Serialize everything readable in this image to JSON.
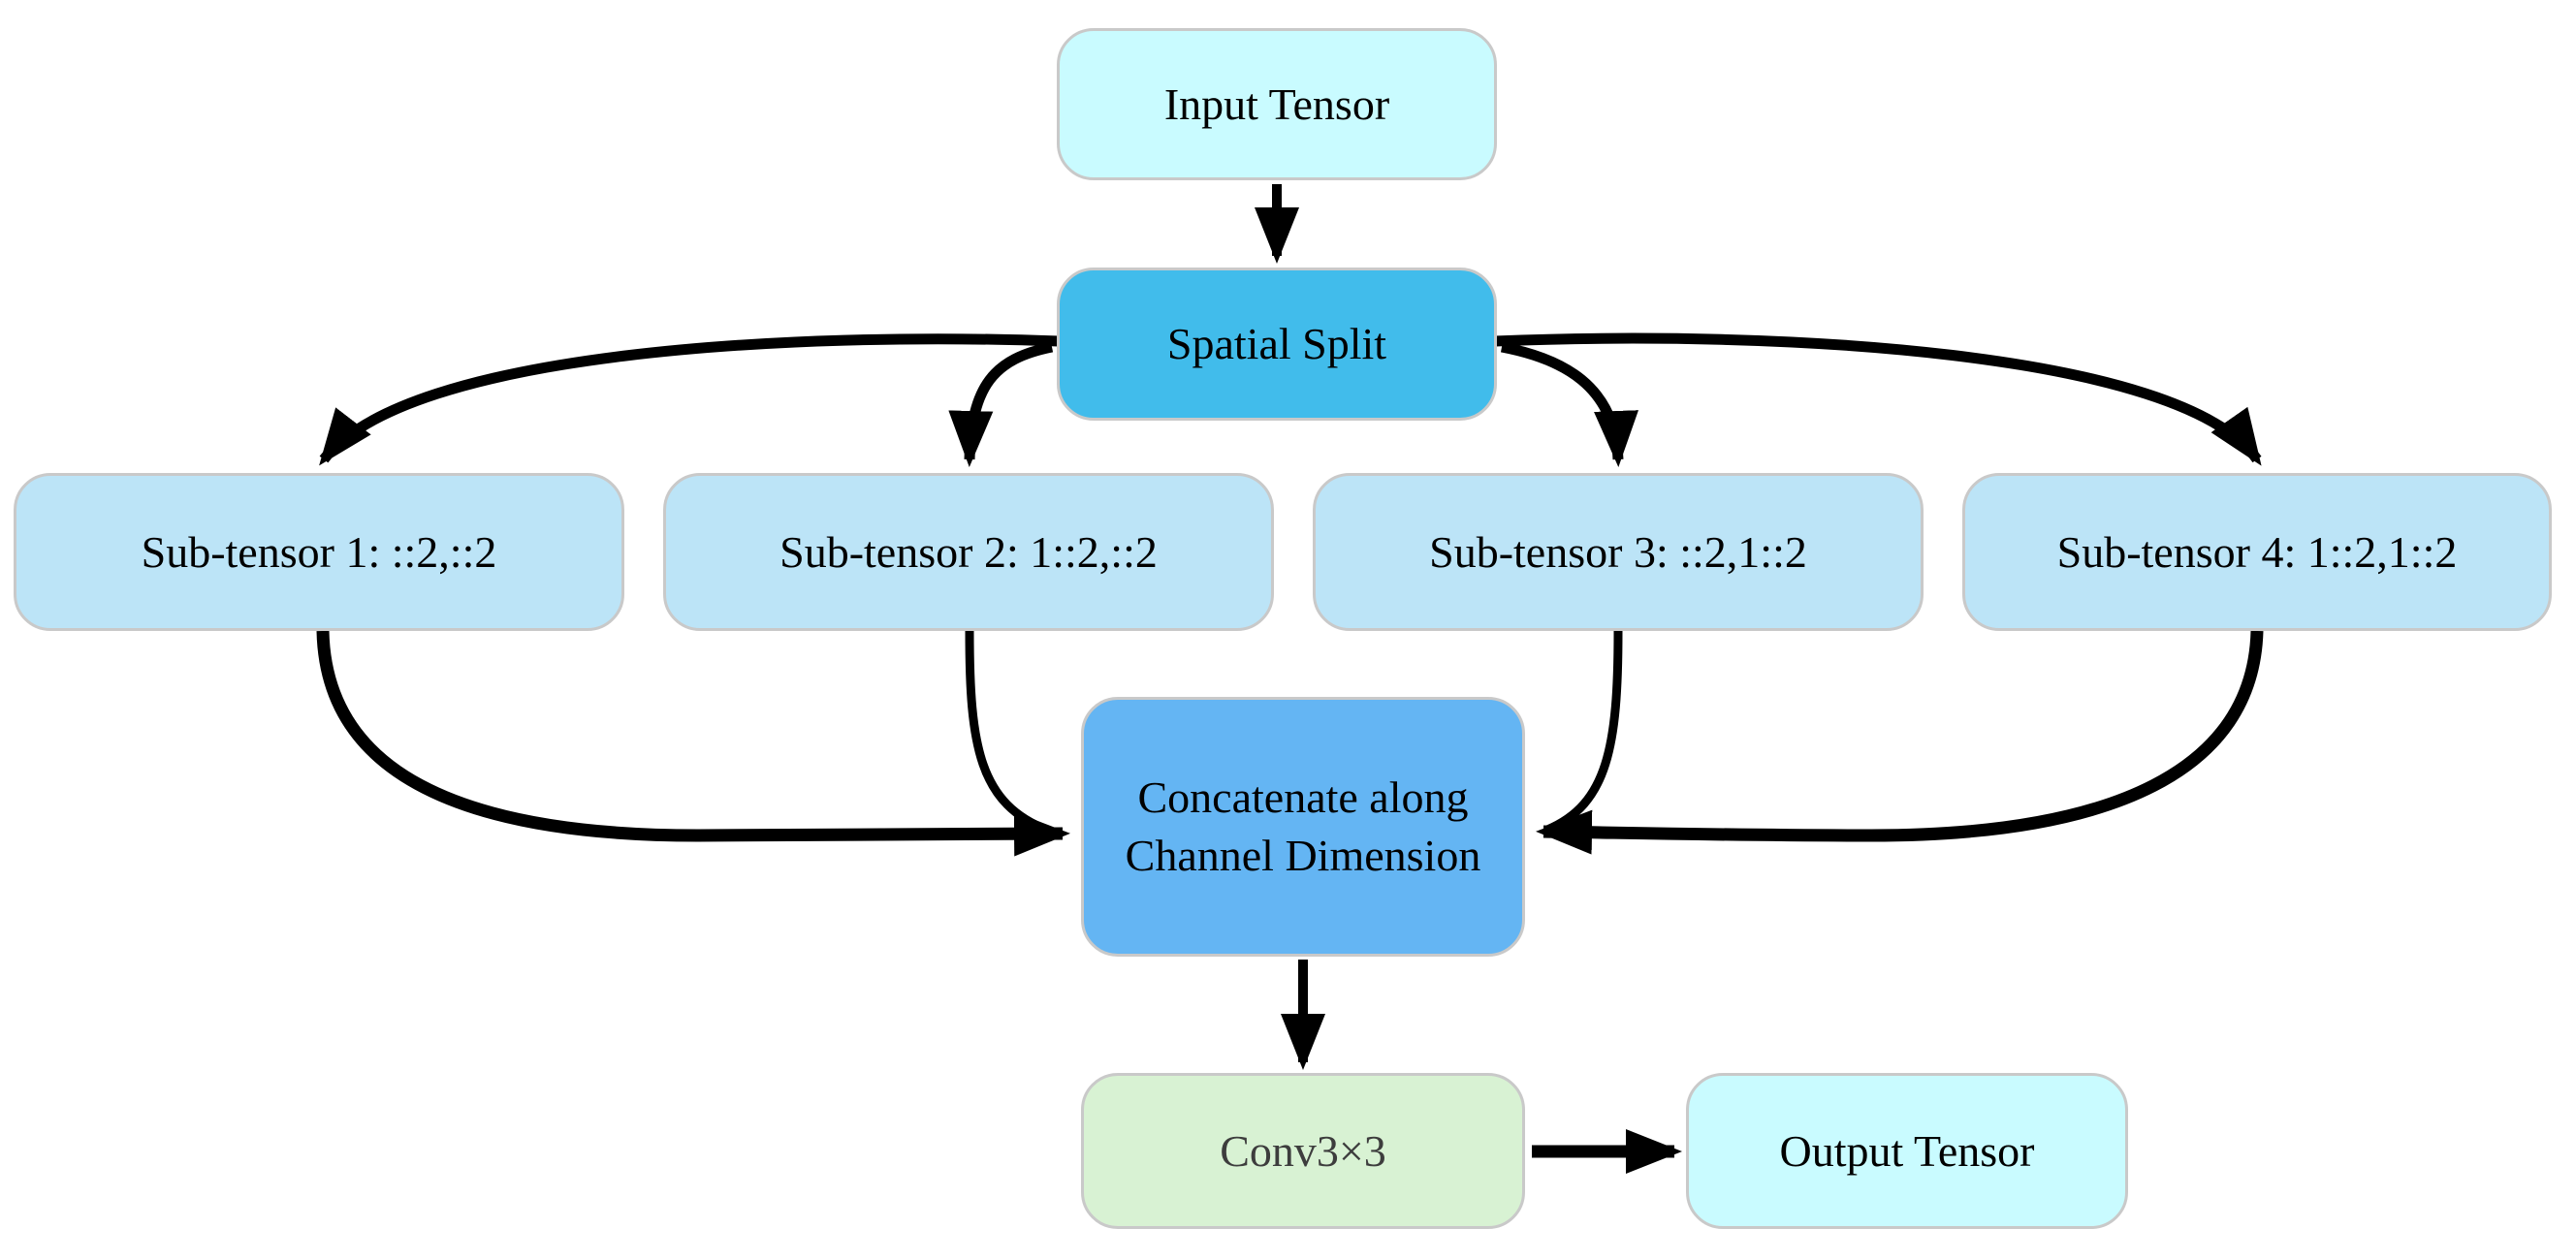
{
  "diagram": {
    "description": "Flowchart of a spatial-split (space-to-depth) module: an input tensor is split spatially into four sub-tensors, concatenated along the channel dimension, passed through a 3x3 convolution, producing the output tensor.",
    "background_color": "#ffffff",
    "arrow_color": "#000000",
    "node_border_color": "#c9c9c9",
    "nodes": {
      "input": {
        "label": "Input Tensor",
        "fill": "#c9fbff",
        "text_color": "#000000"
      },
      "split": {
        "label": "Spatial Split",
        "fill": "#41bceb",
        "text_color": "#000000"
      },
      "st1": {
        "label": "Sub-tensor 1: ::2,::2",
        "fill": "#bce4f7",
        "text_color": "#000000"
      },
      "st2": {
        "label": "Sub-tensor 2: 1::2,::2",
        "fill": "#bce4f7",
        "text_color": "#000000"
      },
      "st3": {
        "label": "Sub-tensor 3: ::2,1::2",
        "fill": "#bce4f7",
        "text_color": "#000000"
      },
      "st4": {
        "label": "Sub-tensor 4: 1::2,1::2",
        "fill": "#bce4f7",
        "text_color": "#000000"
      },
      "concat": {
        "label": "Concatenate along Channel Dimension",
        "fill": "#64b5f3",
        "text_color": "#000000"
      },
      "conv": {
        "label": "Conv3×3",
        "fill": "#d8f2d3",
        "text_color": "#3d3d3d"
      },
      "output": {
        "label": "Output Tensor",
        "fill": "#c9fbff",
        "text_color": "#000000"
      }
    },
    "edges": [
      {
        "from": "input",
        "to": "split"
      },
      {
        "from": "split",
        "to": "st1"
      },
      {
        "from": "split",
        "to": "st2"
      },
      {
        "from": "split",
        "to": "st3"
      },
      {
        "from": "split",
        "to": "st4"
      },
      {
        "from": "st1",
        "to": "concat"
      },
      {
        "from": "st2",
        "to": "concat"
      },
      {
        "from": "st3",
        "to": "concat"
      },
      {
        "from": "st4",
        "to": "concat"
      },
      {
        "from": "concat",
        "to": "conv"
      },
      {
        "from": "conv",
        "to": "output"
      }
    ]
  }
}
